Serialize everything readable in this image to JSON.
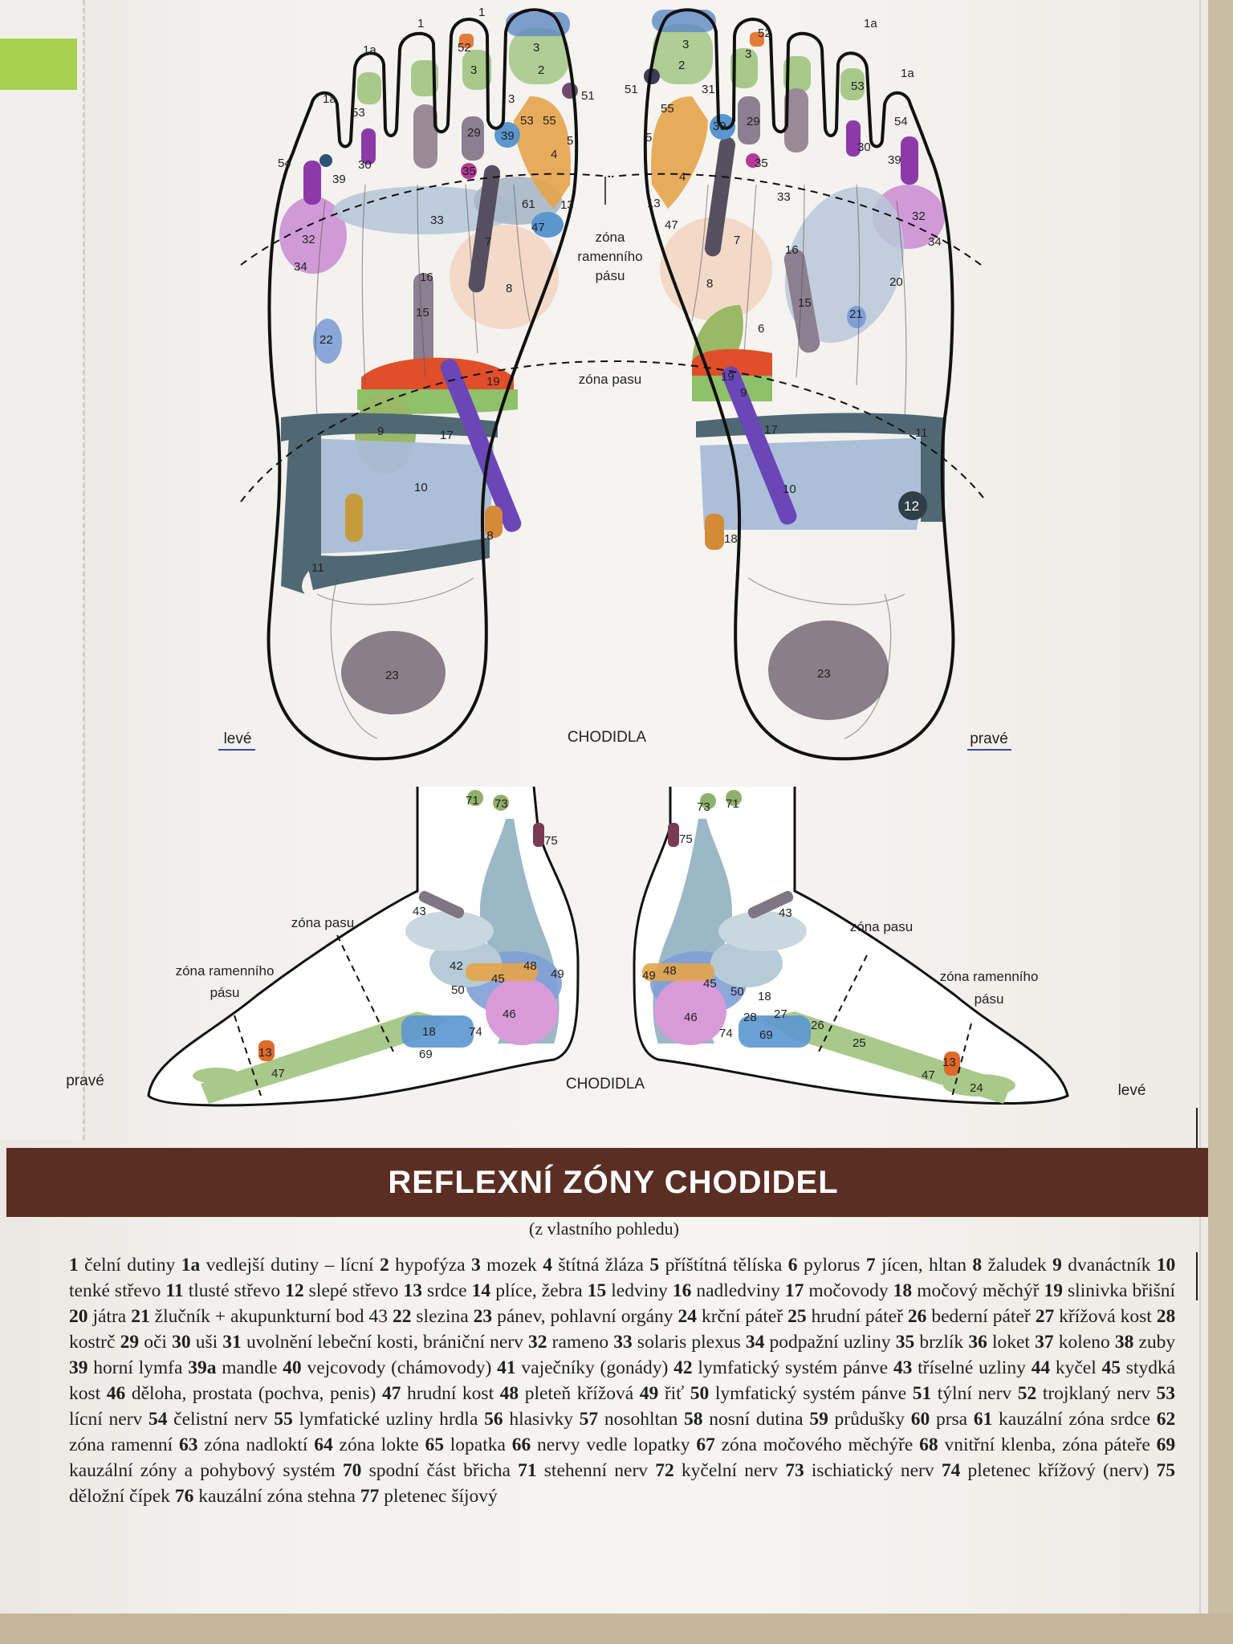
{
  "title": "REFLEXNÍ ZÓNY CHODIDEL",
  "subtitle": "(z vlastního pohledu)",
  "labels": {
    "sole_caption": "CHODIDLA",
    "side_caption": "CHODIDLA",
    "left": "levé",
    "right": "pravé",
    "side_left_foot": "pravé",
    "side_right_foot": "levé",
    "shoulder_zone_line1": "zóna",
    "shoulder_zone_line2": "ramenního",
    "shoulder_zone_line3": "pásu",
    "waist_zone": "zóna pasu",
    "side_waist_left": "zóna pasu",
    "side_waist_right": "zóna pasu",
    "side_shoulder_left_1": "zóna ramenního",
    "side_shoulder_left_2": "pásu",
    "side_shoulder_right_1": "zóna ramenního",
    "side_shoulder_right_2": "pásu"
  },
  "zone_numbers": {
    "n1": "1",
    "n1a": "1a",
    "n2": "2",
    "n3": "3",
    "n4": "4",
    "n5": "5",
    "n6": "6",
    "n7": "7",
    "n8": "8",
    "n9": "9",
    "n10": "10",
    "n11": "11",
    "n12": "12",
    "n13": "13",
    "n15": "15",
    "n16": "16",
    "n17": "17",
    "n18": "18",
    "n19": "19",
    "n20": "20",
    "n21": "21",
    "n22": "22",
    "n23": "23",
    "n24": "24",
    "n25": "25",
    "n26": "26",
    "n27": "27",
    "n28": "28",
    "n29": "29",
    "n30": "30",
    "n31": "31",
    "n32": "32",
    "n33": "33",
    "n34": "34",
    "n35": "35",
    "n39": "39",
    "n42": "42",
    "n43": "43",
    "n45": "45",
    "n46": "46",
    "n47": "47",
    "n48": "48",
    "n49": "49",
    "n50": "50",
    "n51": "51",
    "n52": "52",
    "n53": "53",
    "n54": "54",
    "n55": "55",
    "n61": "61",
    "n69": "69",
    "n71": "71",
    "n73": "73",
    "n74": "74",
    "n75": "75"
  },
  "legend": [
    {
      "num": "1",
      "text": "čelní dutiny"
    },
    {
      "num": "1a",
      "text": "vedlejší dutiny – lícní"
    },
    {
      "num": "2",
      "text": "hypofýza"
    },
    {
      "num": "3",
      "text": "mozek"
    },
    {
      "num": "4",
      "text": "štítná žláza"
    },
    {
      "num": "5",
      "text": "příštítná tělíska"
    },
    {
      "num": "6",
      "text": "pylorus"
    },
    {
      "num": "7",
      "text": "jícen, hltan"
    },
    {
      "num": "8",
      "text": "žaludek"
    },
    {
      "num": "9",
      "text": "dvanáctník"
    },
    {
      "num": "10",
      "text": "tenké střevo"
    },
    {
      "num": "11",
      "text": "tlusté střevo"
    },
    {
      "num": "12",
      "text": "slepé střevo"
    },
    {
      "num": "13",
      "text": "srdce"
    },
    {
      "num": "14",
      "text": "plíce, žebra"
    },
    {
      "num": "15",
      "text": "ledviny"
    },
    {
      "num": "16",
      "text": "nadledviny"
    },
    {
      "num": "17",
      "text": "močovody"
    },
    {
      "num": "18",
      "text": "močový měchýř"
    },
    {
      "num": "19",
      "text": "slinivka břišní"
    },
    {
      "num": "20",
      "text": "játra"
    },
    {
      "num": "21",
      "text": "žlučník + akupunkturní bod 43"
    },
    {
      "num": "22",
      "text": "slezina"
    },
    {
      "num": "23",
      "text": "pánev, pohlavní orgány"
    },
    {
      "num": "24",
      "text": "krční páteř"
    },
    {
      "num": "25",
      "text": "hrudní páteř"
    },
    {
      "num": "26",
      "text": "bederní páteř"
    },
    {
      "num": "27",
      "text": "křížová kost"
    },
    {
      "num": "28",
      "text": "kostrč"
    },
    {
      "num": "29",
      "text": "oči"
    },
    {
      "num": "30",
      "text": "uši"
    },
    {
      "num": "31",
      "text": "uvolnění lebeční kosti, brániční nerv"
    },
    {
      "num": "32",
      "text": "rameno"
    },
    {
      "num": "33",
      "text": "solaris plexus"
    },
    {
      "num": "34",
      "text": "podpažní uzliny"
    },
    {
      "num": "35",
      "text": "brzlík"
    },
    {
      "num": "36",
      "text": "loket"
    },
    {
      "num": "37",
      "text": "koleno"
    },
    {
      "num": "38",
      "text": "zuby"
    },
    {
      "num": "39",
      "text": "horní lymfa"
    },
    {
      "num": "39a",
      "text": "mandle"
    },
    {
      "num": "40",
      "text": "vejcovody (chámovody)"
    },
    {
      "num": "41",
      "text": "vaječníky (gonády)"
    },
    {
      "num": "42",
      "text": "lymfatický systém pánve"
    },
    {
      "num": "43",
      "text": "tříselné uzliny"
    },
    {
      "num": "44",
      "text": "kyčel"
    },
    {
      "num": "45",
      "text": "stydká kost"
    },
    {
      "num": "46",
      "text": "děloha, prostata (pochva, penis)"
    },
    {
      "num": "47",
      "text": "hrudní kost"
    },
    {
      "num": "48",
      "text": "pleteň křížová"
    },
    {
      "num": "49",
      "text": "řiť"
    },
    {
      "num": "50",
      "text": "lymfatický systém pánve"
    },
    {
      "num": "51",
      "text": "týlní nerv"
    },
    {
      "num": "52",
      "text": "trojklaný nerv"
    },
    {
      "num": "53",
      "text": "lícní nerv"
    },
    {
      "num": "54",
      "text": "čelistní nerv"
    },
    {
      "num": "55",
      "text": "lymfatické uzliny hrdla"
    },
    {
      "num": "56",
      "text": "hlasivky"
    },
    {
      "num": "57",
      "text": "nosohltan"
    },
    {
      "num": "58",
      "text": "nosní dutina"
    },
    {
      "num": "59",
      "text": "průdušky"
    },
    {
      "num": "60",
      "text": "prsa"
    },
    {
      "num": "61",
      "text": "kauzální zóna srdce"
    },
    {
      "num": "62",
      "text": "zóna ramenní"
    },
    {
      "num": "63",
      "text": "zóna nadloktí"
    },
    {
      "num": "64",
      "text": "zóna lokte"
    },
    {
      "num": "65",
      "text": "lopatka"
    },
    {
      "num": "66",
      "text": "nervy vedle lopatky"
    },
    {
      "num": "67",
      "text": "zóna močového měchýře"
    },
    {
      "num": "68",
      "text": "vnitřní klenba, zóna páteře"
    },
    {
      "num": "69",
      "text": "kauzální zóny a pohybový systém"
    },
    {
      "num": "70",
      "text": "spodní část břicha"
    },
    {
      "num": "71",
      "text": "stehenní nerv"
    },
    {
      "num": "72",
      "text": "kyčelní nerv"
    },
    {
      "num": "73",
      "text": "ischiatický nerv"
    },
    {
      "num": "74",
      "text": "pletenec křížový (nerv)"
    },
    {
      "num": "75",
      "text": "děložní čípek"
    },
    {
      "num": "76",
      "text": "kauzální zóna stehna"
    },
    {
      "num": "77",
      "text": "pletenec šíjový"
    }
  ]
}
